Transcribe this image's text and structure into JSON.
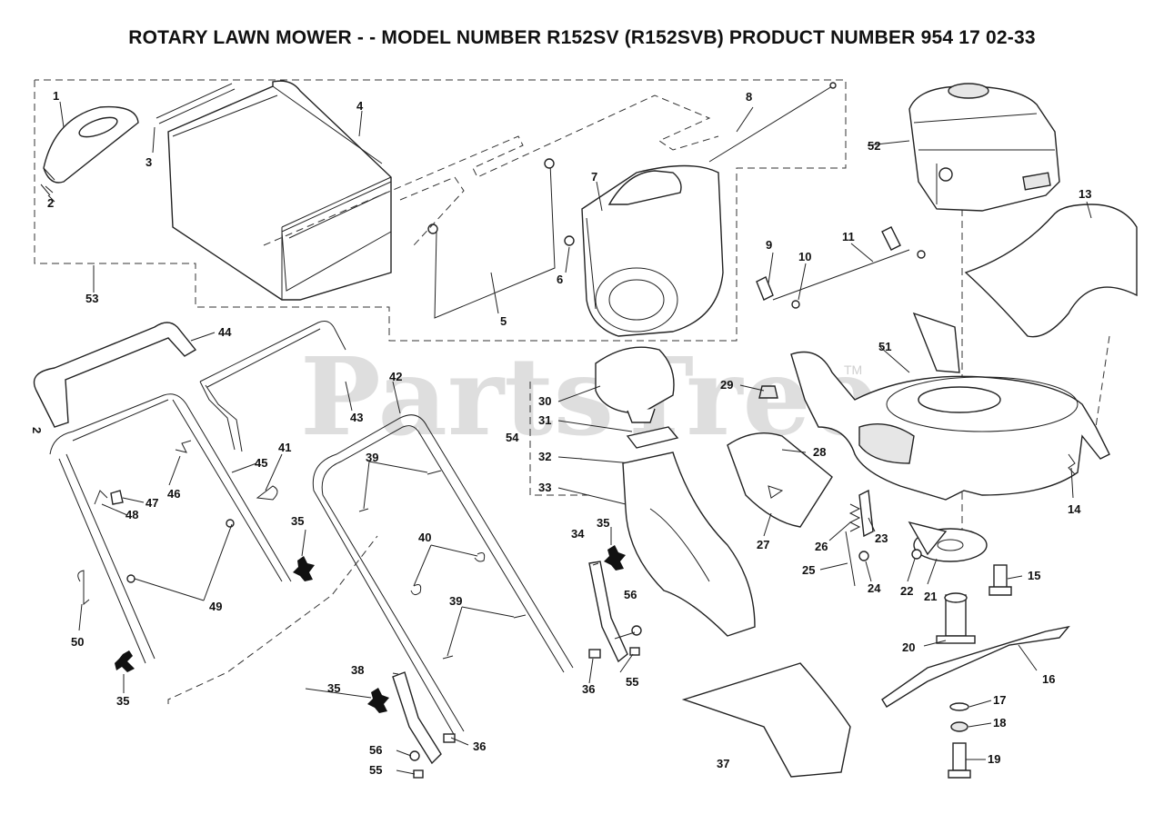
{
  "title": "ROTARY LAWN MOWER - - MODEL NUMBER R152SV (R152SVB) PRODUCT NUMBER 954 17 02-33",
  "watermark": "PartsTree",
  "watermark_tm": "TM",
  "side_mark": "2",
  "callouts": {
    "c1": "1",
    "c2": "2",
    "c3": "3",
    "c4": "4",
    "c5": "5",
    "c6": "6",
    "c7": "7",
    "c8": "8",
    "c9": "9",
    "c10": "10",
    "c11": "11",
    "c13": "13",
    "c14": "14",
    "c15": "15",
    "c16": "16",
    "c17": "17",
    "c18": "18",
    "c19": "19",
    "c20": "20",
    "c21": "21",
    "c22": "22",
    "c23": "23",
    "c24": "24",
    "c25": "25",
    "c26": "26",
    "c27": "27",
    "c28": "28",
    "c29": "29",
    "c30": "30",
    "c31": "31",
    "c32": "32",
    "c33": "33",
    "c34a": "34",
    "c35a": "35",
    "c35b": "35",
    "c35c": "35",
    "c35d": "35",
    "c36a": "36",
    "c36b": "36",
    "c37": "37",
    "c38": "38",
    "c39a": "39",
    "c39b": "39",
    "c40": "40",
    "c41": "41",
    "c42": "42",
    "c43": "43",
    "c44": "44",
    "c45": "45",
    "c46": "46",
    "c47": "47",
    "c48": "48",
    "c49": "49",
    "c50": "50",
    "c51": "51",
    "c52": "52",
    "c53": "53",
    "c54": "54",
    "c55a": "55",
    "c55b": "55",
    "c56a": "56",
    "c56b": "56"
  }
}
